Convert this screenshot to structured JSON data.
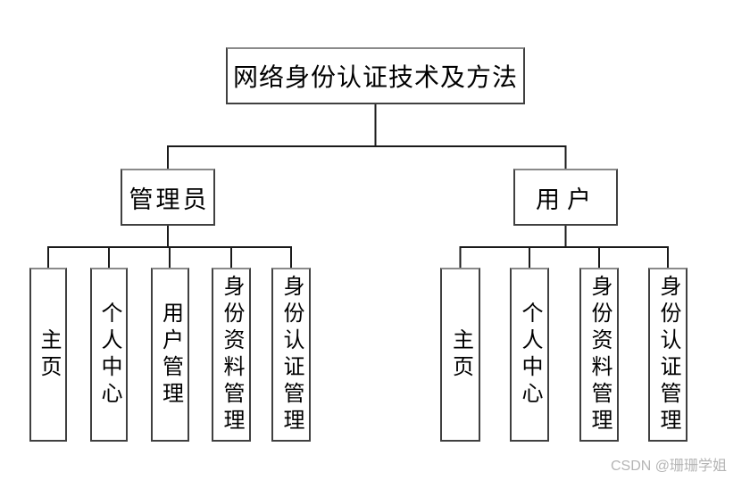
{
  "diagram": {
    "colors": {
      "line": "#1a1a1a",
      "box_border": "#404040",
      "box_fill": "#ffffff",
      "text": "#000000",
      "watermark_text_color": "#b5b5b5"
    },
    "root": {
      "label": "网络身份认证技术及方法"
    },
    "branches": [
      {
        "label": "管理员",
        "children": [
          "主页",
          "个人中心",
          "用户管理",
          "身份资料管理",
          "身份认证管理"
        ]
      },
      {
        "label": "用户",
        "children": [
          "主页",
          "个人中心",
          "身份资料管理",
          "身份认证管理"
        ]
      }
    ]
  },
  "watermark": {
    "label": "CSDN @珊珊学姐"
  }
}
